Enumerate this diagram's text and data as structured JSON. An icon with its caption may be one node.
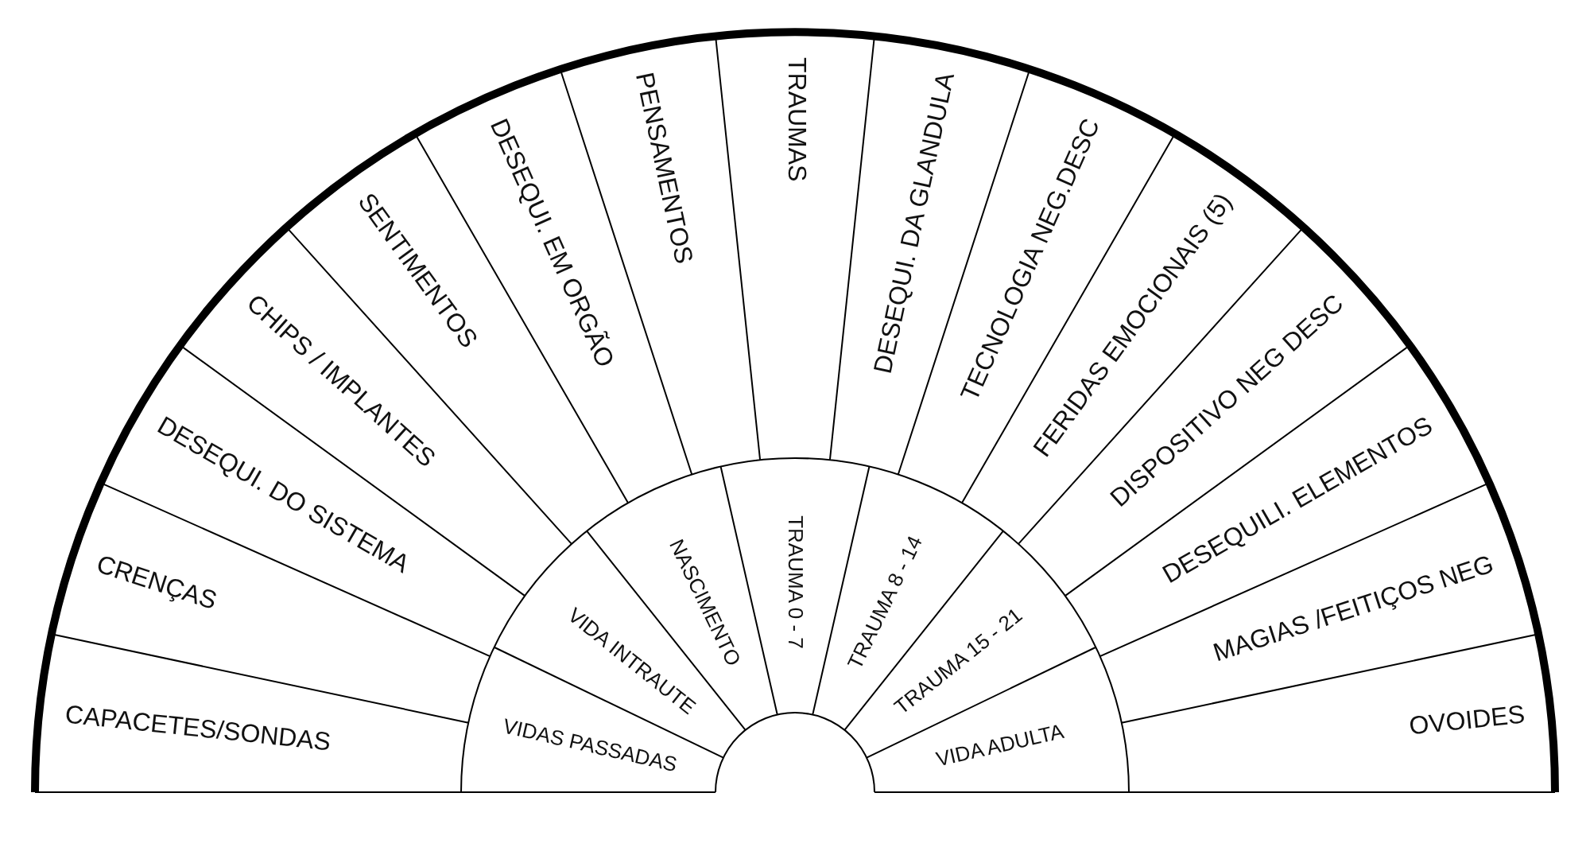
{
  "diagram": {
    "nodes": [
      {
        "text": [
          "CAPACETES/SONDAS"
        ]
      },
      {
        "text": [
          "CRENÇAS"
        ]
      },
      {
        "text": [
          "DESEQUI. DO SISTEMA"
        ]
      },
      {
        "text": [
          "CHIPS / IMPLANTES"
        ]
      },
      {
        "text": [
          "SENTIMENTOS"
        ]
      },
      {
        "text": [
          "DESEQUI. EM ORGÃO"
        ]
      },
      {
        "text": [
          "PENSAMENTOS"
        ]
      },
      {
        "text": [
          "TRAUMAS"
        ]
      },
      {
        "text": [
          "DESEQUI. DA GLANDULA"
        ]
      },
      {
        "text": [
          "TECNOLOGIA NEG.DESC"
        ]
      },
      {
        "text": [
          "FERIDAS EMOCIONAIS (5)"
        ]
      },
      {
        "text": [
          "DISPOSITIVO NEG DESC"
        ]
      },
      {
        "text": [
          "DESEQUILI. ELEMENTOS"
        ]
      },
      {
        "text": [
          "MAGIAS /FEITIÇOS NEG"
        ]
      },
      {
        "text": [
          "OVOIDES"
        ]
      },
      {
        "text": [
          "VIDAS PASSADAS"
        ]
      },
      {
        "text": [
          "VIDA INTRAUTE"
        ]
      },
      {
        "text": [
          "NASCIMENTO"
        ]
      },
      {
        "text": [
          "TRAUMA 0 - 7"
        ]
      },
      {
        "text": [
          "TRAUMA 8 - 14"
        ]
      },
      {
        "text": [
          "TRAUMA 15 - 21"
        ]
      },
      {
        "text": [
          "VIDA ADULTA"
        ]
      }
    ]
  }
}
